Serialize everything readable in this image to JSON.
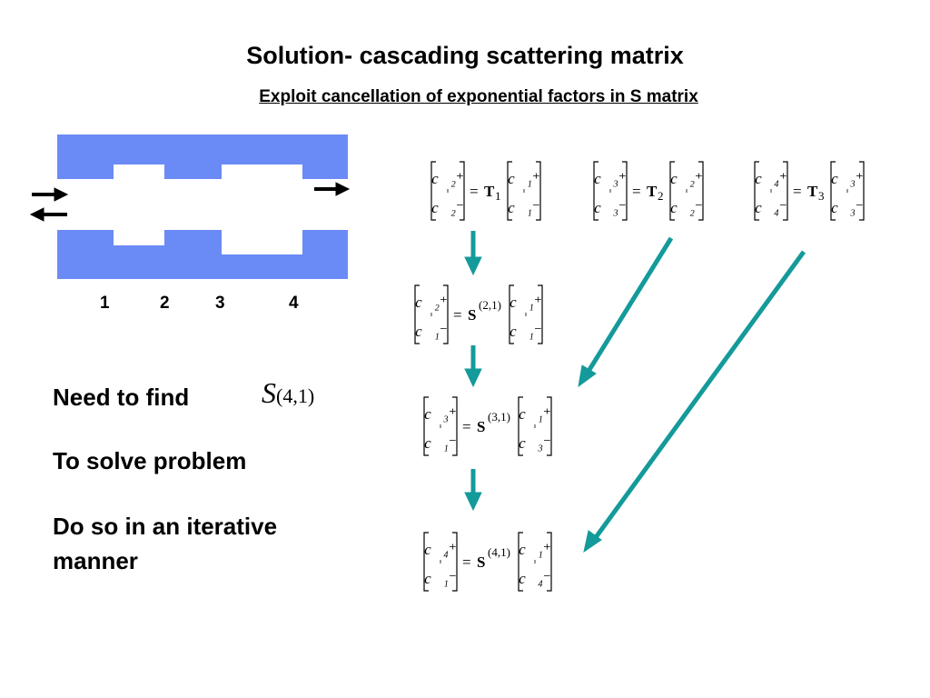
{
  "slide": {
    "title": "Solution- cascading scattering matrix",
    "subtitle": "Exploit cancellation of exponential factors in S matrix"
  },
  "diagram": {
    "section_labels": [
      "1",
      "2",
      "3",
      "4"
    ],
    "fill_color": "#6a8bf6"
  },
  "notes": {
    "need_label": "Need to find",
    "need_symbol": "S",
    "need_symbol_sub": "(4,1)",
    "solve_label": "To solve problem",
    "iterate_label": "Do so in an iterative manner"
  },
  "equations": {
    "t1": {
      "lhs": [
        "c⃗₂⁺",
        "c⃗₂⁻"
      ],
      "op": "T",
      "sub": "1",
      "rhs": [
        "c⃗₁⁺",
        "c⃗₁⁻"
      ]
    },
    "t2": {
      "lhs": [
        "c⃗₃⁺",
        "c⃗₃⁻"
      ],
      "op": "T",
      "sub": "2",
      "rhs": [
        "c⃗₂⁺",
        "c⃗₂⁻"
      ]
    },
    "t3": {
      "lhs": [
        "c⃗₄⁺",
        "c⃗₄⁻"
      ],
      "op": "T",
      "sub": "3",
      "rhs": [
        "c⃗₃⁺",
        "c⃗₃⁻"
      ]
    },
    "s21": {
      "lhs": [
        "c⃗₂⁺",
        "c⃗₁⁻"
      ],
      "op": "S",
      "sup": "(2,1)",
      "rhs": [
        "c⃗₁⁺",
        "c⃗₁⁻"
      ]
    },
    "s31": {
      "lhs": [
        "c⃗₃⁺",
        "c⃗₁⁻"
      ],
      "op": "S",
      "sup": "(3,1)",
      "rhs": [
        "c⃗₁⁺",
        "c⃗₃⁻"
      ]
    },
    "s41": {
      "lhs": [
        "c⃗₄⁺",
        "c⃗₁⁻"
      ],
      "op": "S",
      "sup": "(4,1)",
      "rhs": [
        "c⃗₁⁺",
        "c⃗₄⁻"
      ]
    }
  },
  "colors": {
    "arrow": "#149a9a",
    "waveguide": "#6a8bf6"
  }
}
